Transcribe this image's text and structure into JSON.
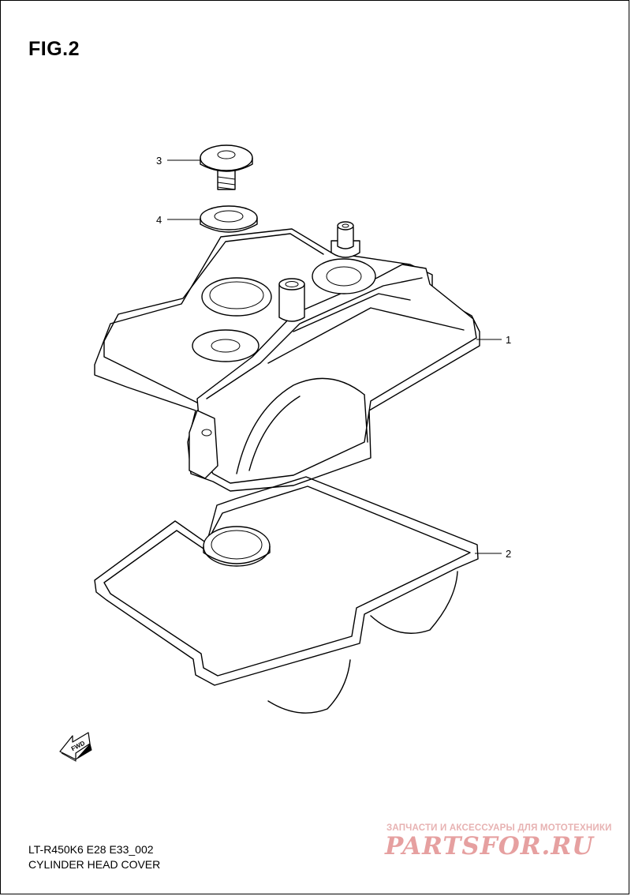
{
  "figure": {
    "title": "FIG.2"
  },
  "callouts": [
    {
      "number": "1"
    },
    {
      "number": "2"
    },
    {
      "number": "3"
    },
    {
      "number": "4"
    }
  ],
  "fwd_arrow": {
    "label": "FWD"
  },
  "footer": {
    "model_code": "LT-R450K6 E28 E33_002",
    "part_name": "CYLINDER HEAD COVER"
  },
  "watermark": {
    "tagline": "ЗАПЧАСТИ И АКСЕССУАРЫ ДЛЯ МОТОТЕХНИКИ",
    "logo": "PARTSFOR.RU"
  },
  "colors": {
    "line": "#000000",
    "background": "#ffffff",
    "watermark": "#e6a0a0"
  }
}
